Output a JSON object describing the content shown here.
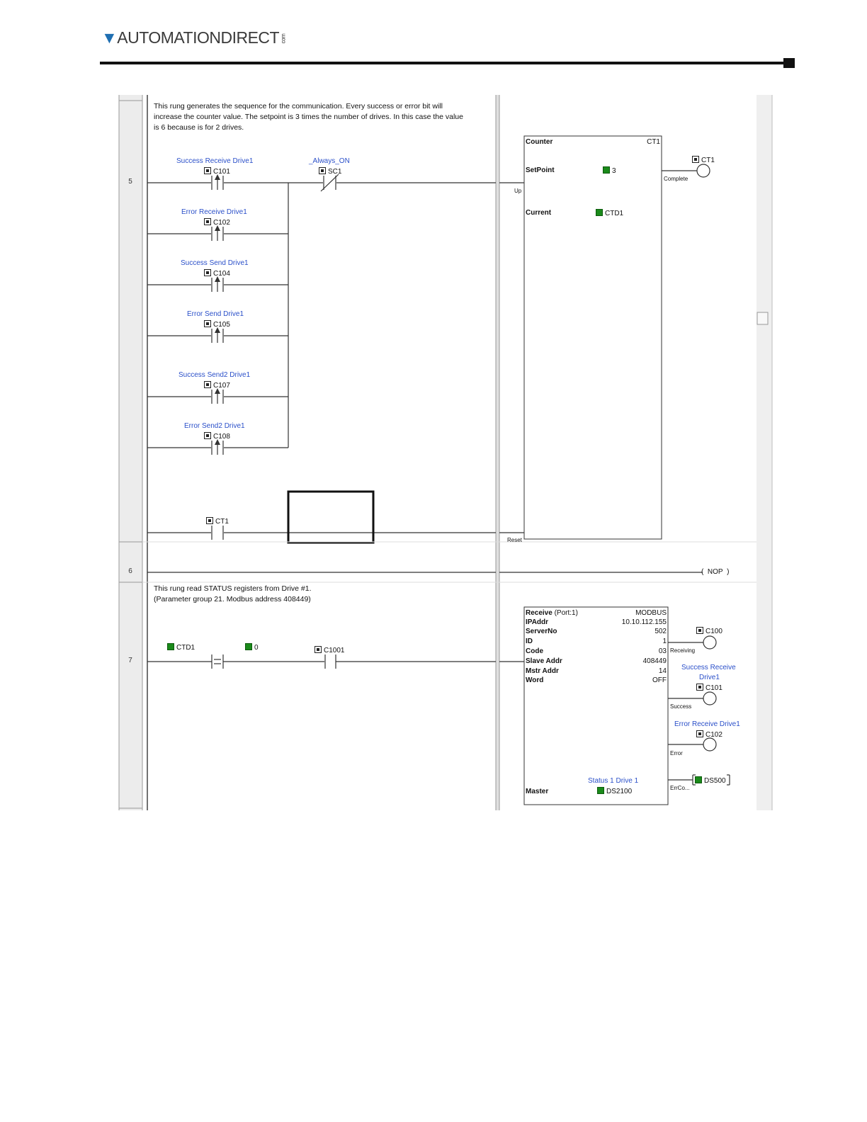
{
  "header": {
    "logo_text": "AUTOMATIONDIRECT",
    "logo_suffix": "com"
  },
  "rungs": [
    {
      "number": "5",
      "comment": [
        "This rung generates the sequence for the communication. Every success or error bit will",
        "increase the counter value. The setpoint is 3 times the number of drives. In this case the value",
        "is 6 because is for 2 drives."
      ],
      "contacts": [
        {
          "nickname": "Success Receive Drive1",
          "address": "C101"
        },
        {
          "nickname": "Error Receive Drive1",
          "address": "C102"
        },
        {
          "nickname": "Success Send Drive1",
          "address": "C104"
        },
        {
          "nickname": "Error Send Drive1",
          "address": "C105"
        },
        {
          "nickname": "Success Send2 Drive1",
          "address": "C107"
        },
        {
          "nickname": "Error Send2 Drive1",
          "address": "C108"
        }
      ],
      "always_on": {
        "nickname": "_Always_ON",
        "address": "SC1"
      },
      "reset_contact": {
        "address": "CT1"
      },
      "counter": {
        "title": "Counter",
        "name": "CT1",
        "setpoint_label": "SetPoint",
        "setpoint_value": "3",
        "current_label": "Current",
        "current_value": "CTD1",
        "up_label": "Up",
        "reset_label": "Reset",
        "complete_label": "Complete",
        "output": "CT1"
      }
    },
    {
      "number": "6",
      "instruction": "NOP"
    },
    {
      "number": "7",
      "comment": [
        "This rung read STATUS registers from Drive #1.",
        "(Parameter group 21. Modbus address 408449)"
      ],
      "compare": {
        "left": "CTD1",
        "right": "0"
      },
      "contact": {
        "address": "C1001"
      },
      "receive": {
        "title": "Receive",
        "port": "(Port:1)",
        "protocol": "MODBUS",
        "rows": [
          {
            "label": "IPAddr",
            "value": "10.10.112.155"
          },
          {
            "label": "ServerNo",
            "value": "502"
          },
          {
            "label": "ID",
            "value": "1"
          },
          {
            "label": "Code",
            "value": "03"
          },
          {
            "label": "Slave Addr",
            "value": "408449"
          },
          {
            "label": "Mstr Addr",
            "value": "14"
          },
          {
            "label": "Word",
            "value": "OFF"
          }
        ],
        "master_label": "Master",
        "master_nickname": "Status 1 Drive 1",
        "master_value": "DS2100",
        "receiving_label": "Receiving",
        "receiving_coil": "C100",
        "success_label": "Success",
        "success_nickname_1": "Success Receive",
        "success_nickname_2": "Drive1",
        "success_coil": "C101",
        "error_label": "Error",
        "error_nickname": "Error Receive Drive1",
        "error_coil": "C102",
        "errcode_label": "ErrCo...",
        "errcode_value": "DS500"
      }
    }
  ]
}
